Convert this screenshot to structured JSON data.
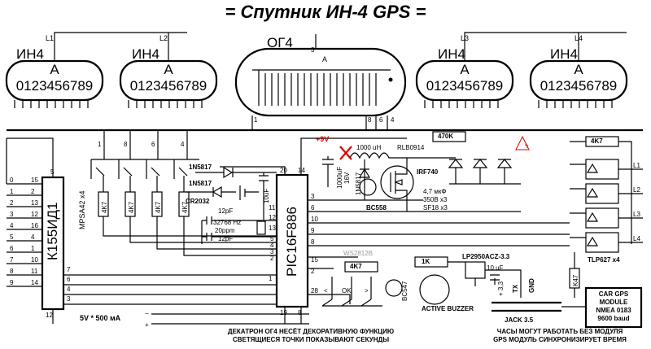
{
  "title": "= Спутник ИН-4 GPS =",
  "tubes": [
    {
      "name": "ИН4",
      "line": "L1",
      "glyph": "A",
      "digits": "0123456789"
    },
    {
      "name": "ИН4",
      "line": "L2",
      "glyph": "A",
      "digits": "0123456789"
    },
    {
      "name": "ИН4",
      "line": "L3",
      "glyph": "A",
      "digits": "0123456789"
    },
    {
      "name": "ИН4",
      "line": "L4",
      "glyph": "A",
      "digits": "0123456789"
    }
  ],
  "og4": {
    "name": "ОГ4",
    "pin_top": "3",
    "glyph": "A",
    "pins": [
      "1",
      "8",
      "6",
      "4"
    ]
  },
  "decoder": {
    "name": "К155ИД1",
    "pins_left": [
      "0",
      "1",
      "2",
      "3",
      "4",
      "5",
      "6",
      "7",
      "8",
      "9"
    ],
    "pins_right": [
      "15",
      "2",
      "13",
      "12",
      "16",
      "4",
      "1",
      "10",
      "11",
      "14"
    ],
    "pin5": "5",
    "pins_in": [
      "7",
      "6",
      "4",
      "3"
    ],
    "pin12": "12"
  },
  "mcu": {
    "name": "PIC16F886",
    "pins_top": [
      "20",
      "14"
    ],
    "pins_left": [
      "11",
      "12",
      "13",
      "5",
      "4",
      "3",
      "2",
      "10",
      "9",
      "8",
      "6",
      "3",
      "1",
      "15",
      "2",
      "28"
    ],
    "pins_bottom": [
      "19",
      "8"
    ]
  },
  "transistors": {
    "name": "MPSA42 x4",
    "pins": [
      "1",
      "8",
      "6",
      "4"
    ]
  },
  "resistors": {
    "r4k7": "4K7",
    "r470k": "470K",
    "r1k": "1K",
    "k47": "K47"
  },
  "components": {
    "d1": "1N5817",
    "d2": "1N5817",
    "battery": "CR2032",
    "c10": "10uF",
    "c12a": "12pF",
    "c12b": "12pF",
    "crystal": "32768 Hz",
    "crystal_ppm": "20ppm",
    "inductor": "1000 uH",
    "inductor_part": "RLB0914",
    "cap1000": "1000uF",
    "cap16": "16V",
    "d3": "1N5817",
    "mosfet": "IRF740",
    "bc558": "BC558",
    "cap47": "4,7 мкФ",
    "cap350": "350В x3",
    "sf18": "SF18 x3",
    "ws2812": "WS2812B",
    "bc547": "BC547",
    "buzzer": "ACTIVE BUZZER",
    "reg": "LP2950ACZ-3.3",
    "c10b": "10 uF",
    "optos": "TLP627 x4",
    "jack": "JACK 3.5",
    "tx": "TX",
    "gnd": "GND",
    "v33": "+ 3,3"
  },
  "power": "5V * 500 мА",
  "buttons": [
    "<",
    "OK",
    ">"
  ],
  "annotation": "+9V",
  "gps_module": [
    "CAR GPS",
    "MODULE",
    "NMEA 0183",
    "9600 baud"
  ],
  "notes": {
    "left": [
      "ДЕКАТРОН ОГ4 НЕСЁТ ДЕКОРАТИВНУЮ ФУНКЦИЮ",
      "СВЕТЯЩИЕСЯ ТОЧКИ ПОКАЗЫВАЮТ СЕКУНДЫ"
    ],
    "right": [
      "ЧАСЫ МОГУТ РАБОТАТЬ БЕЗ МОДУЛЯ",
      "GPS МОДУЛЬ СИНХРОНИЗИРУЕТ ВРЕМЯ"
    ]
  },
  "signs": {
    "plus": "+",
    "minus": "−"
  }
}
